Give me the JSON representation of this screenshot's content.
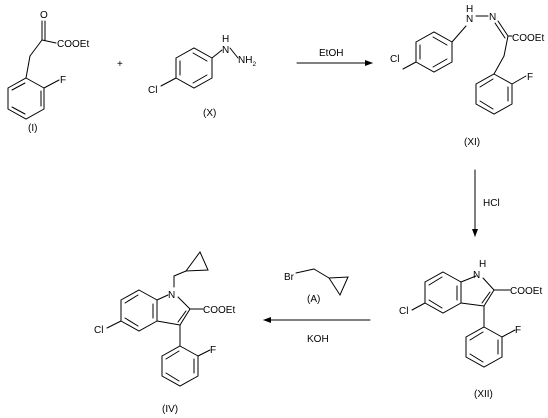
{
  "compounds": {
    "c1": {
      "label": "(I)",
      "ester": "COOEt",
      "fluoro": "F",
      "oxo": "O"
    },
    "c10": {
      "label": "(X)",
      "chloro": "Cl",
      "nh": "H",
      "nh_n": "N",
      "nh2": "NH",
      "nh2_sub": "2"
    },
    "c11": {
      "label": "(XI)",
      "chloro": "Cl",
      "nh": "H",
      "nh_n": "N",
      "imine_n": "N",
      "ester": "COOEt",
      "fluoro": "F"
    },
    "c12": {
      "label": "(XII)",
      "chloro": "Cl",
      "nh": "H",
      "nh_n": "N",
      "ester": "COOEt",
      "fluoro": "F"
    },
    "reagentA": {
      "label": "(A)",
      "bromo": "Br"
    },
    "c4": {
      "label": "(IV)",
      "chloro": "Cl",
      "n": "N",
      "ester": "COOEt",
      "fluoro": "F"
    }
  },
  "operators": {
    "plus": "+"
  },
  "conditions": {
    "step1": "EtOH",
    "step2": "HCl",
    "step3": "KOH"
  },
  "colors": {
    "ink": "#000000",
    "background": "#ffffff"
  }
}
